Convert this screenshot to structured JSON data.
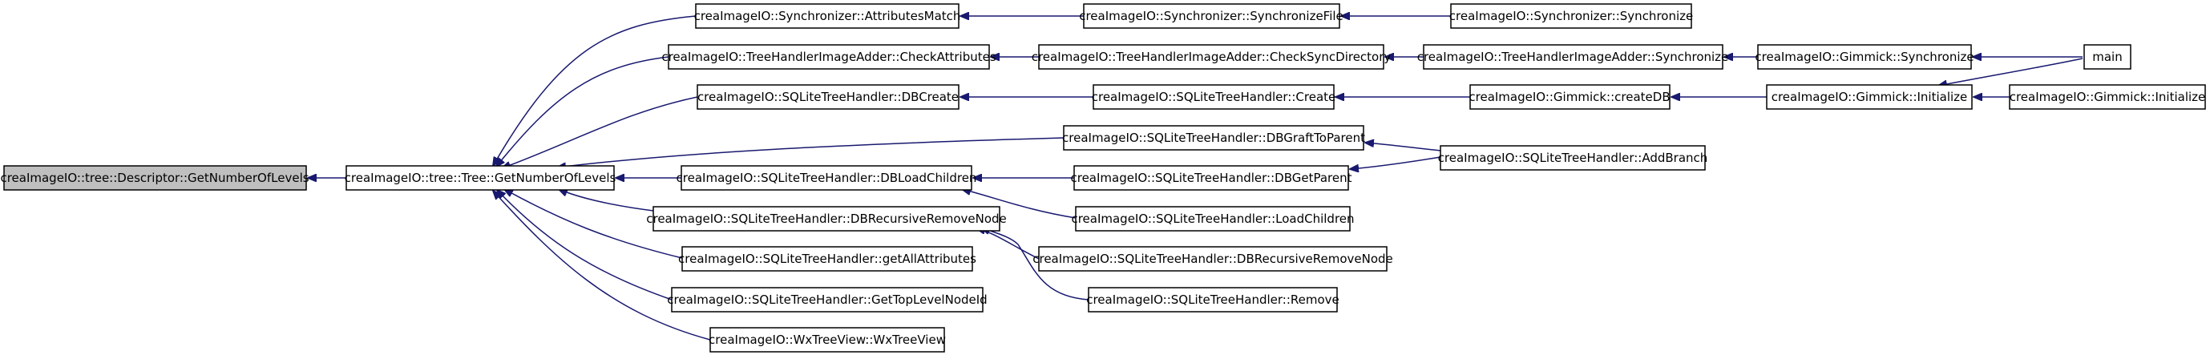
{
  "colors": {
    "edge": "#191970",
    "highlight_fill": "#bfbfbf",
    "box_stroke": "#000000"
  },
  "nodes": {
    "n0": "creaImageIO::tree::Descriptor::GetNumberOfLevels",
    "n1": "creaImageIO::tree::Tree::GetNumberOfLevels",
    "n2": "creaImageIO::Synchronizer::AttributesMatch",
    "n3": "creaImageIO::TreeHandlerImageAdder::CheckAttributes",
    "n4": "creaImageIO::SQLiteTreeHandler::DBCreate",
    "n5": "creaImageIO::SQLiteTreeHandler::DBGraftToParent",
    "n6": "creaImageIO::SQLiteTreeHandler::DBLoadChildren",
    "n7": "creaImageIO::SQLiteTreeHandler::DBRecursiveRemoveNode",
    "n8": "creaImageIO::SQLiteTreeHandler::getAllAttributes",
    "n9": "creaImageIO::SQLiteTreeHandler::GetTopLevelNodeId",
    "n10": "creaImageIO::WxTreeView::WxTreeView",
    "n11": "creaImageIO::Synchronizer::SynchronizeFile",
    "n12": "creaImageIO::TreeHandlerImageAdder::CheckSyncDirectory",
    "n13": "creaImageIO::SQLiteTreeHandler::Create",
    "n14": "creaImageIO::SQLiteTreeHandler::DBGetParent",
    "n15": "creaImageIO::SQLiteTreeHandler::LoadChildren",
    "n16": "creaImageIO::SQLiteTreeHandler::DBRecursiveRemoveNode",
    "n17": "creaImageIO::SQLiteTreeHandler::Remove",
    "n18": "creaImageIO::Synchronizer::Synchronize",
    "n19": "creaImageIO::TreeHandlerImageAdder::Synchronize",
    "n20": "creaImageIO::Gimmick::createDB",
    "n21": "creaImageIO::SQLiteTreeHandler::AddBranch",
    "n22": "creaImageIO::Gimmick::Synchronize",
    "n23": "creaImageIO::Gimmick::Initialize",
    "n24": "main",
    "n25": "creaImageIO::Gimmick::Initialize"
  }
}
